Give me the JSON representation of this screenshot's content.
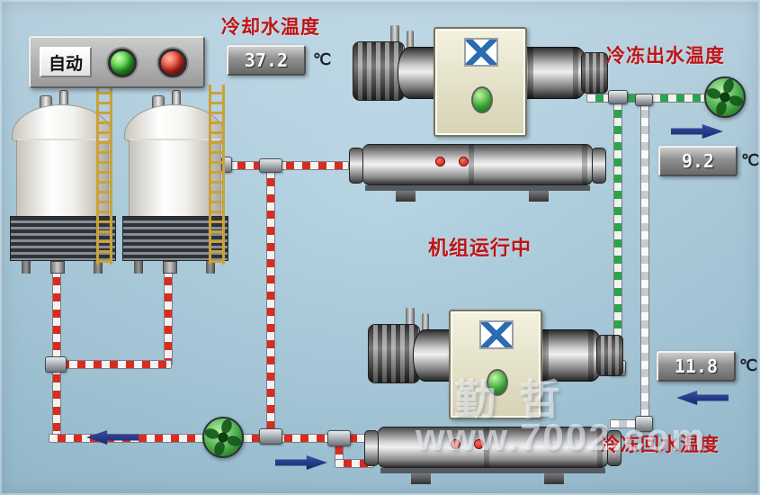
{
  "panel": {
    "auto_button": "自动"
  },
  "labels": {
    "cooling_water_temp": "冷却水温度",
    "chilled_outlet_temp": "冷冻出水温度",
    "chilled_return_temp": "冷冻回水温度",
    "unit_running_status": "机组运行中"
  },
  "readings": {
    "cooling_water": {
      "value": "37.2",
      "unit": "℃"
    },
    "chilled_outlet": {
      "value": "9.2",
      "unit": "℃"
    },
    "chilled_return": {
      "value": "11.8",
      "unit": "℃"
    }
  },
  "watermark": {
    "brand": "勤哲",
    "url": "www.7002.com"
  },
  "icons": {
    "pump": "fan-impeller",
    "indicator_green": "green-lamp",
    "indicator_red": "red-lamp",
    "chiller_logo": "blue-emblem"
  },
  "colors": {
    "cooling_pipe": "#d92b1f",
    "chilled_pipe": "#2fa24d",
    "label_text": "#c01414",
    "flow_arrow": "#1d3178",
    "lamp_green": "#35c22e",
    "lamp_red": "#e33022"
  }
}
